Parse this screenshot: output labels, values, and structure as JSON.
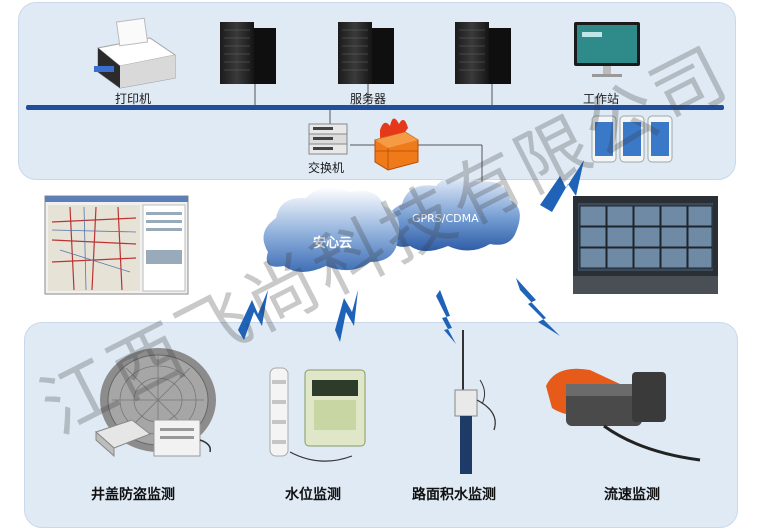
{
  "top_devices": {
    "printer": "打印机",
    "server": "服务器",
    "workstation": "工作站",
    "switch": "交换机"
  },
  "cloud": {
    "main": "安心云",
    "network": "GPRS/CDMA"
  },
  "monitoring": [
    {
      "label": "井盖防盗监测"
    },
    {
      "label": "水位监测"
    },
    {
      "label": "路面积水监测"
    },
    {
      "label": "流速监测"
    }
  ],
  "watermark": "江西飞尚科技有限公司",
  "colors": {
    "panel": "#dfeaf5",
    "bus_line": "#1f4e9c",
    "lightning": "#1e63b8",
    "firewall": "#f07a1a"
  }
}
